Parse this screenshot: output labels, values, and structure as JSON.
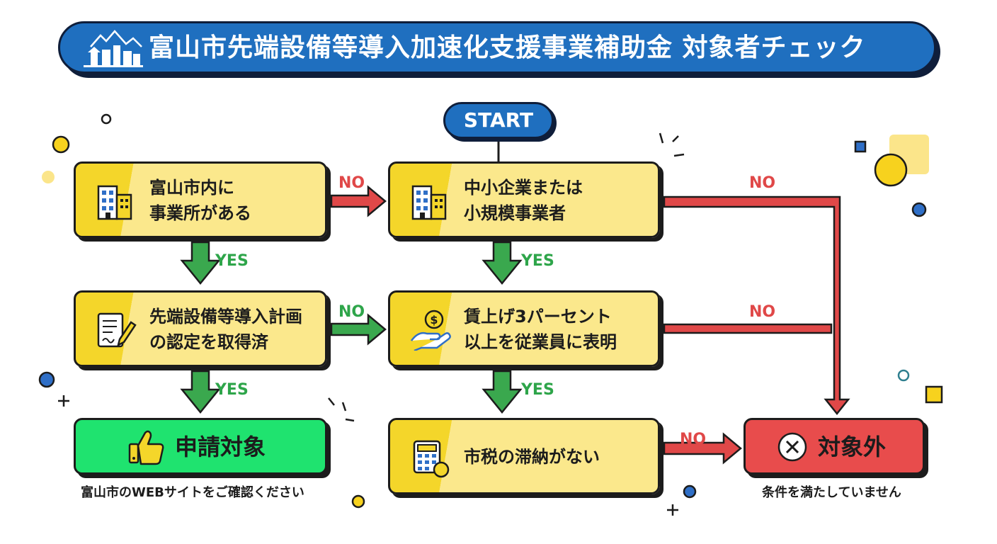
{
  "title": "富山市先端設備等導入加速化支援事業補助金 対象者チェック",
  "start": "START",
  "boxes": {
    "office_in_city": {
      "line1": "富山市内に",
      "line2": "事業所がある"
    },
    "sme": {
      "line1": "中小企業または",
      "line2": "小規模事業者"
    },
    "plan_certified": {
      "line1": "先端設備等導入計画",
      "line2": "の認定を取得済"
    },
    "wage_raise": {
      "line1": "賃上げ3パーセント",
      "line2": "以上を従業員に表明"
    },
    "no_tax_arrears": {
      "line1": "市税の滞納がない"
    }
  },
  "results": {
    "eligible": {
      "label": "申請対象",
      "caption": "富山市のWEBサイトをご確認ください"
    },
    "not_eligible": {
      "label": "対象外",
      "caption": "条件を満たしていません"
    }
  },
  "edge_labels": {
    "yes": "YES",
    "no": "NO"
  },
  "icons": {
    "title": "city-skyline-icon",
    "office": "building-icon",
    "sme": "building-icon",
    "plan": "document-pen-icon",
    "wage": "hand-coin-icon",
    "tax": "calculator-coin-icon",
    "eligible": "thumbs-up-icon",
    "not_eligible": "x-circle-icon"
  },
  "colors": {
    "title_bg": "#1f6fbf",
    "box_fill": "#fbe88c",
    "box_accent": "#f4d62a",
    "yes_arrow": "#3aa84e",
    "no_arrow": "#e04848",
    "eligible_bg": "#1fe36f",
    "not_eligible_bg": "#e84c4c"
  }
}
